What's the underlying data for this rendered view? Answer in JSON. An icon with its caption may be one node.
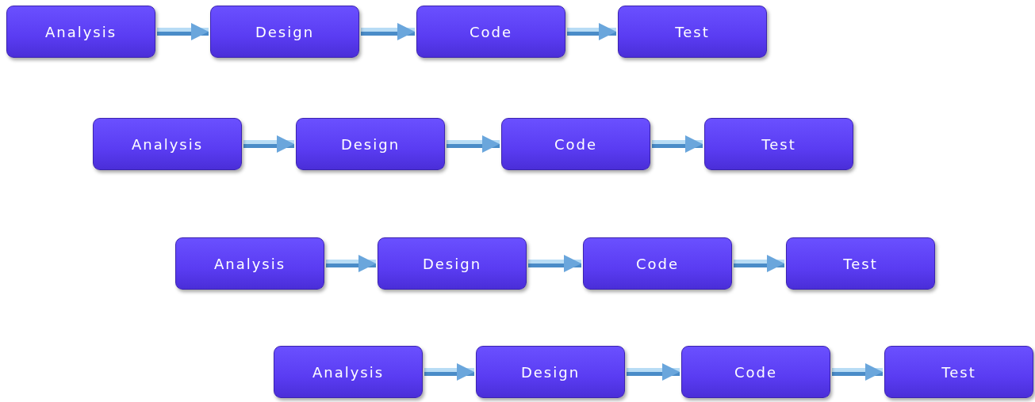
{
  "diagram": {
    "nodes": [
      {
        "text": [
          "Analysis"
        ]
      },
      {
        "text": [
          "Design"
        ]
      },
      {
        "text": [
          "Code"
        ]
      },
      {
        "text": [
          "Test"
        ]
      },
      {
        "text": [
          "Analysis"
        ]
      },
      {
        "text": [
          "Design"
        ]
      },
      {
        "text": [
          "Code"
        ]
      },
      {
        "text": [
          "Test"
        ]
      },
      {
        "text": [
          "Analysis"
        ]
      },
      {
        "text": [
          "Design"
        ]
      },
      {
        "text": [
          "Code"
        ]
      },
      {
        "text": [
          "Test"
        ]
      },
      {
        "text": [
          "Analysis"
        ]
      },
      {
        "text": [
          "Design"
        ]
      },
      {
        "text": [
          "Code"
        ]
      },
      {
        "text": [
          "Test"
        ]
      }
    ],
    "edges": [
      {
        "from": 0,
        "to": 1,
        "arrow": "to"
      },
      {
        "from": 1,
        "to": 2,
        "arrow": "to"
      },
      {
        "from": 2,
        "to": 3,
        "arrow": "to"
      },
      {
        "from": 4,
        "to": 5,
        "arrow": "to"
      },
      {
        "from": 5,
        "to": 6,
        "arrow": "to"
      },
      {
        "from": 6,
        "to": 7,
        "arrow": "to"
      },
      {
        "from": 8,
        "to": 9,
        "arrow": "to"
      },
      {
        "from": 9,
        "to": 10,
        "arrow": "to"
      },
      {
        "from": 10,
        "to": 11,
        "arrow": "to"
      },
      {
        "from": 12,
        "to": 13,
        "arrow": "to"
      },
      {
        "from": 13,
        "to": 14,
        "arrow": "to"
      },
      {
        "from": 14,
        "to": 15,
        "arrow": "to"
      }
    ]
  }
}
